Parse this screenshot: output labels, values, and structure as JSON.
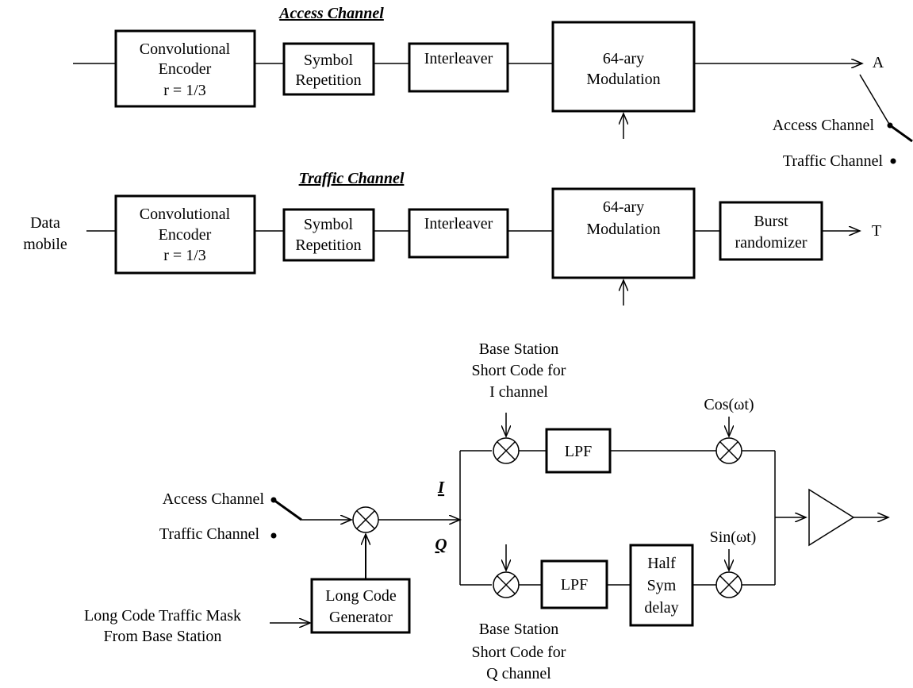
{
  "access_section": {
    "title": "Access Channel",
    "encoder": [
      "Convolutional",
      "Encoder",
      "r = 1/3"
    ],
    "repetition": [
      "Symbol",
      "Repetition"
    ],
    "interleaver": "Interleaver",
    "modulation": [
      "64-ary",
      "Modulation"
    ],
    "output": "A"
  },
  "traffic_section": {
    "title": "Traffic Channel",
    "input": [
      "Data",
      "mobile"
    ],
    "encoder": [
      "Convolutional",
      "Encoder",
      "r = 1/3"
    ],
    "repetition": [
      "Symbol",
      "Repetition"
    ],
    "interleaver": "Interleaver",
    "modulation": [
      "64-ary",
      "Modulation"
    ],
    "randomizer": [
      "Burst",
      "randomizer"
    ],
    "output": "T"
  },
  "switch_top": {
    "access_label": "Access Channel",
    "traffic_label": "Traffic Channel"
  },
  "spreader": {
    "access_label": "Access Channel",
    "traffic_label": "Traffic Channel",
    "long_code_mask": [
      "Long Code Traffic Mask",
      "From Base Station"
    ],
    "long_code_generator": [
      "Long Code",
      "Generator"
    ],
    "i_label": "I",
    "q_label": "Q",
    "i_short_code": [
      "Base Station",
      "Short Code for",
      "I channel"
    ],
    "q_short_code": [
      "Base Station",
      "Short Code for",
      "Q channel"
    ],
    "lpf_i": "LPF",
    "lpf_q": "LPF",
    "half_sym_delay": [
      "Half",
      "Sym",
      "delay"
    ],
    "cos_label": "Cos(ωt)",
    "sin_label": "Sin(ωt)"
  }
}
